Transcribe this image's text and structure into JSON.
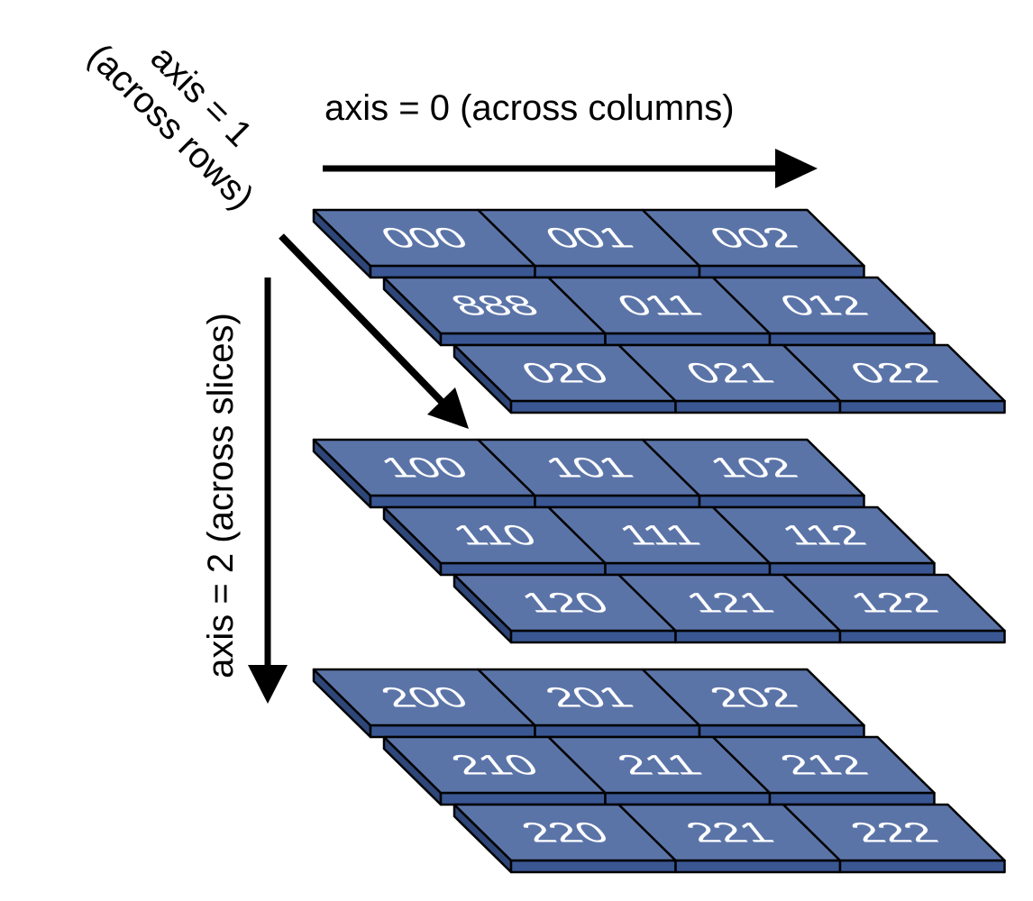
{
  "colors": {
    "top": "#5b74a8",
    "front": "#3a5793",
    "side": "#2e4678",
    "edge": "#000000",
    "text": "#ffffff"
  },
  "axes": {
    "axis0": "axis = 0 (across columns)",
    "axis1_line1": "axis = 1",
    "axis1_line2": "(across rows)",
    "axis2": "axis = 2 (across slices)"
  },
  "slices": [
    [
      [
        "000",
        "001",
        "002"
      ],
      [
        "888",
        "011",
        "012"
      ],
      [
        "020",
        "021",
        "022"
      ]
    ],
    [
      [
        "100",
        "101",
        "102"
      ],
      [
        "110",
        "111",
        "112"
      ],
      [
        "120",
        "121",
        "122"
      ]
    ],
    [
      [
        "200",
        "201",
        "202"
      ],
      [
        "210",
        "211",
        "212"
      ],
      [
        "220",
        "221",
        "222"
      ]
    ]
  ]
}
